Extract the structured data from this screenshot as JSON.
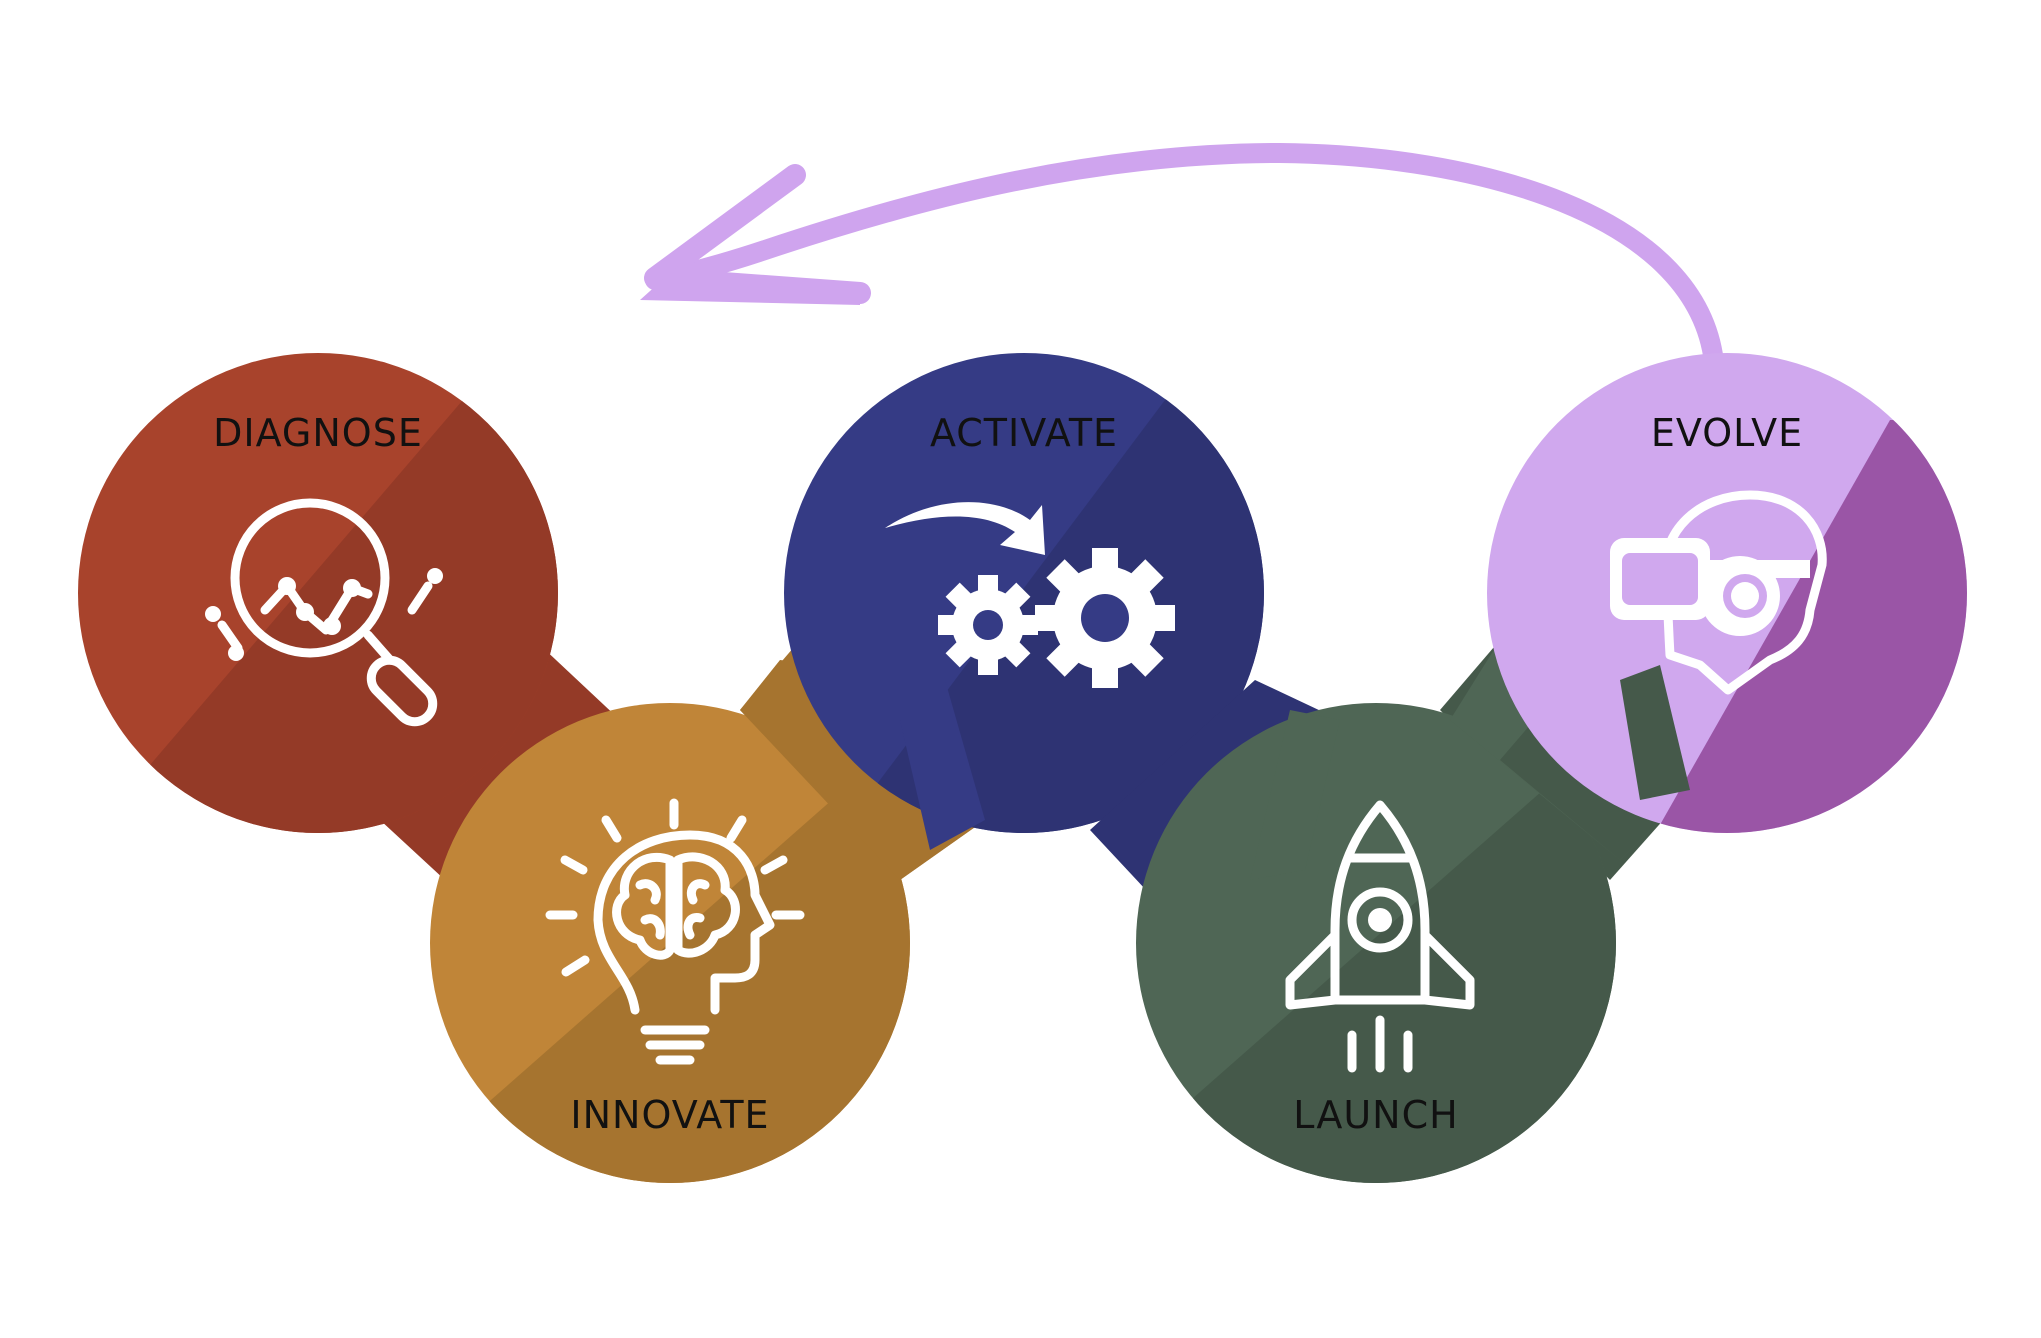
{
  "diagram": {
    "stages": [
      {
        "id": "diagnose",
        "label": "DIAGNOSE",
        "icon": "magnifier-chart-icon",
        "color": "#A8432C",
        "shade": "#943A27"
      },
      {
        "id": "innovate",
        "label": "INNOVATE",
        "icon": "brain-lightbulb-icon",
        "color": "#C08538",
        "shade": "#A6742F"
      },
      {
        "id": "activate",
        "label": "ACTIVATE",
        "icon": "gears-arrow-icon",
        "color": "#353B85",
        "shade": "#2E3373"
      },
      {
        "id": "launch",
        "label": "LAUNCH",
        "icon": "rocket-icon",
        "color": "#4F6655",
        "shade": "#45594A"
      },
      {
        "id": "evolve",
        "label": "EVOLVE",
        "icon": "vr-headset-head-icon",
        "color": "#D0A8EE",
        "shade": "#9A55A6"
      }
    ],
    "loop_arrow_color": "#CFA4EE"
  }
}
